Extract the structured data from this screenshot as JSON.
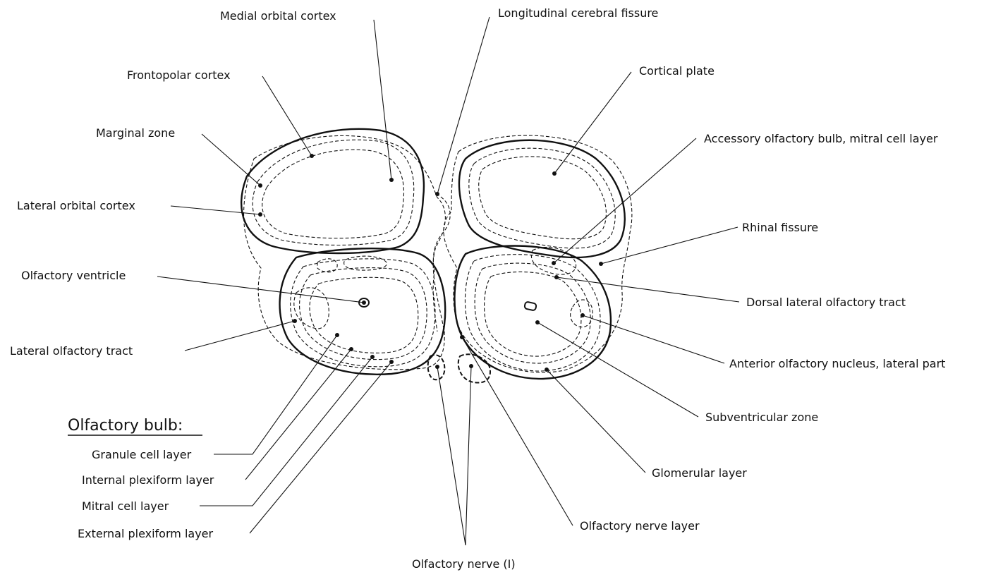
{
  "heading": "Olfactory bulb:",
  "labels": {
    "medial_orbital_cortex": "Medial orbital cortex",
    "longitudinal_cerebral_fissure": "Longitudinal cerebral fissure",
    "frontopolar_cortex": "Frontopolar cortex",
    "cortical_plate": "Cortical plate",
    "marginal_zone": "Marginal zone",
    "accessory_olfactory_bulb": "Accessory olfactory bulb, mitral cell layer",
    "lateral_orbital_cortex": "Lateral orbital cortex",
    "rhinal_fissure": "Rhinal fissure",
    "olfactory_ventricle": "Olfactory ventricle",
    "dorsal_lateral_olfactory_tract": "Dorsal lateral olfactory tract",
    "lateral_olfactory_tract": "Lateral olfactory tract",
    "anterior_olfactory_nucleus": "Anterior olfactory nucleus, lateral part",
    "subventricular_zone": "Subventricular zone",
    "granule_cell_layer": "Granule cell layer",
    "internal_plexiform_layer": "Internal plexiform layer",
    "glomerular_layer": "Glomerular layer",
    "mitral_cell_layer": "Mitral cell layer",
    "external_plexiform_layer": "External plexiform layer",
    "olfactory_nerve_layer": "Olfactory nerve layer",
    "olfactory_nerve": "Olfactory nerve (I)"
  }
}
